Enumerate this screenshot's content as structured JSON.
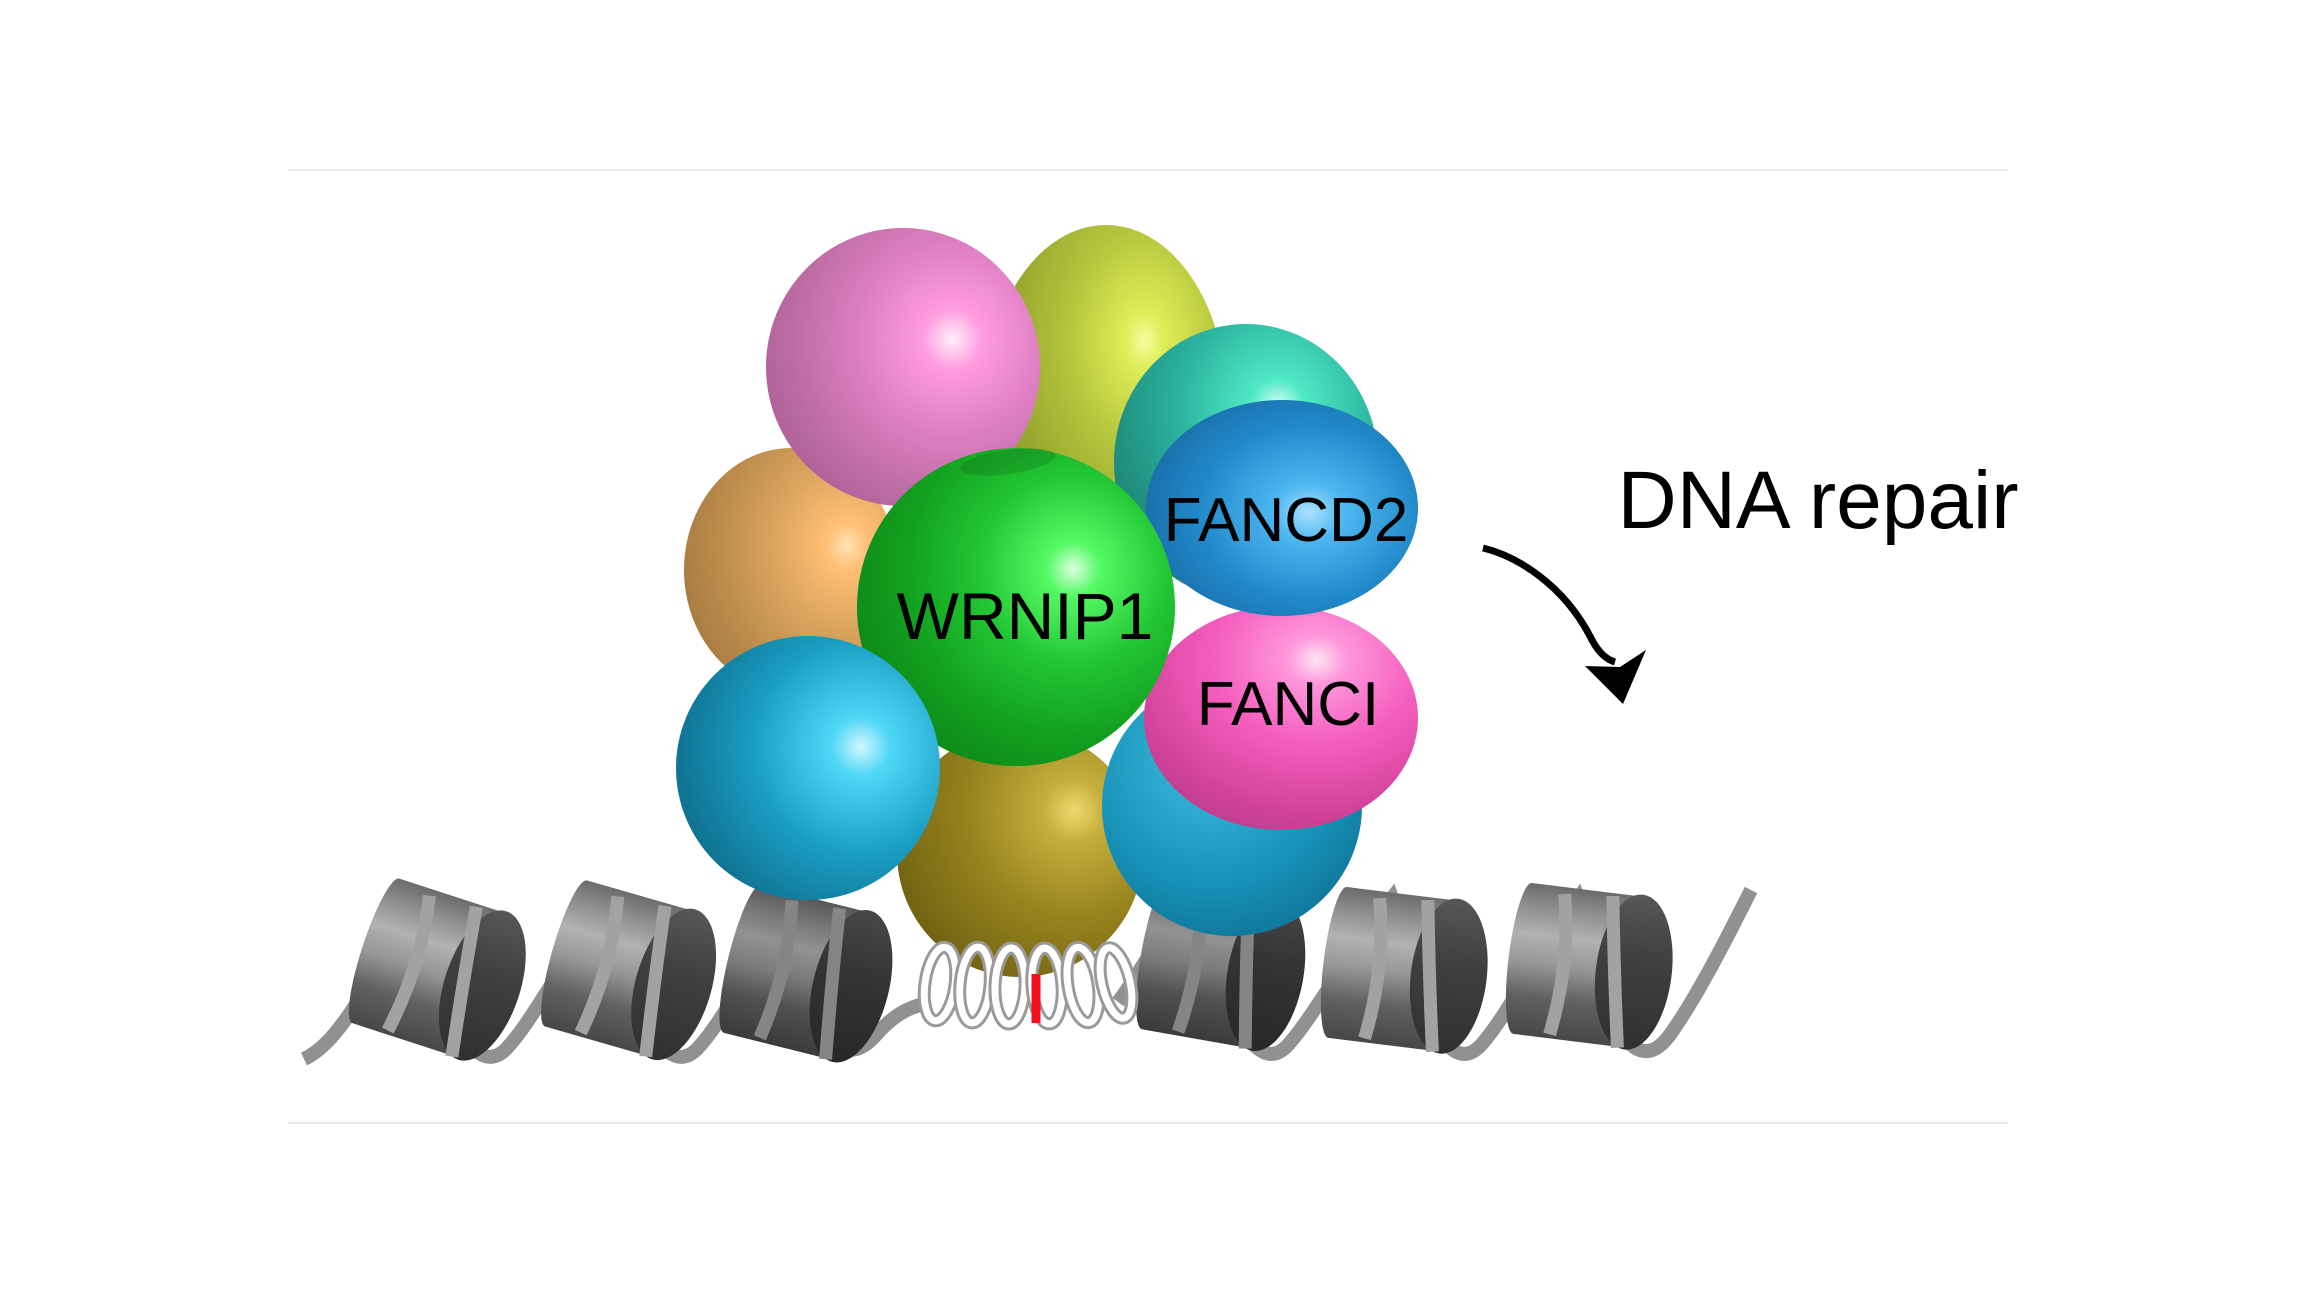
{
  "figure": {
    "background_color": "#ffffff",
    "frame_line_color": "#ebebeb",
    "labels": {
      "wrnip1": "WRNIP1",
      "fancd2": "FANCD2",
      "fanci": "FANCI",
      "dna_repair": "DNA repair"
    },
    "colors": {
      "wrnip1_green": "#12a01f",
      "fancd2_blue": "#1e86c8",
      "fanci_pink": "#ee3caf",
      "subunit_orchid": "#c678ae",
      "subunit_chartreuse": "#9aa930",
      "subunit_teal": "#2ab29d",
      "subunit_tan": "#c08e4e",
      "subunit_cyan_left": "#1a9dc3",
      "subunit_olive": "#97841e",
      "subunit_cyan_right": "#1691b6",
      "nucleosome_gray": "#8a8a8a",
      "dna_strand_gray": "#919191",
      "naked_dna_white": "#ffffff",
      "damage_site_red": "#f2101e",
      "arrow_black": "#000000"
    },
    "icons": [
      "curved-arrow-icon"
    ]
  }
}
